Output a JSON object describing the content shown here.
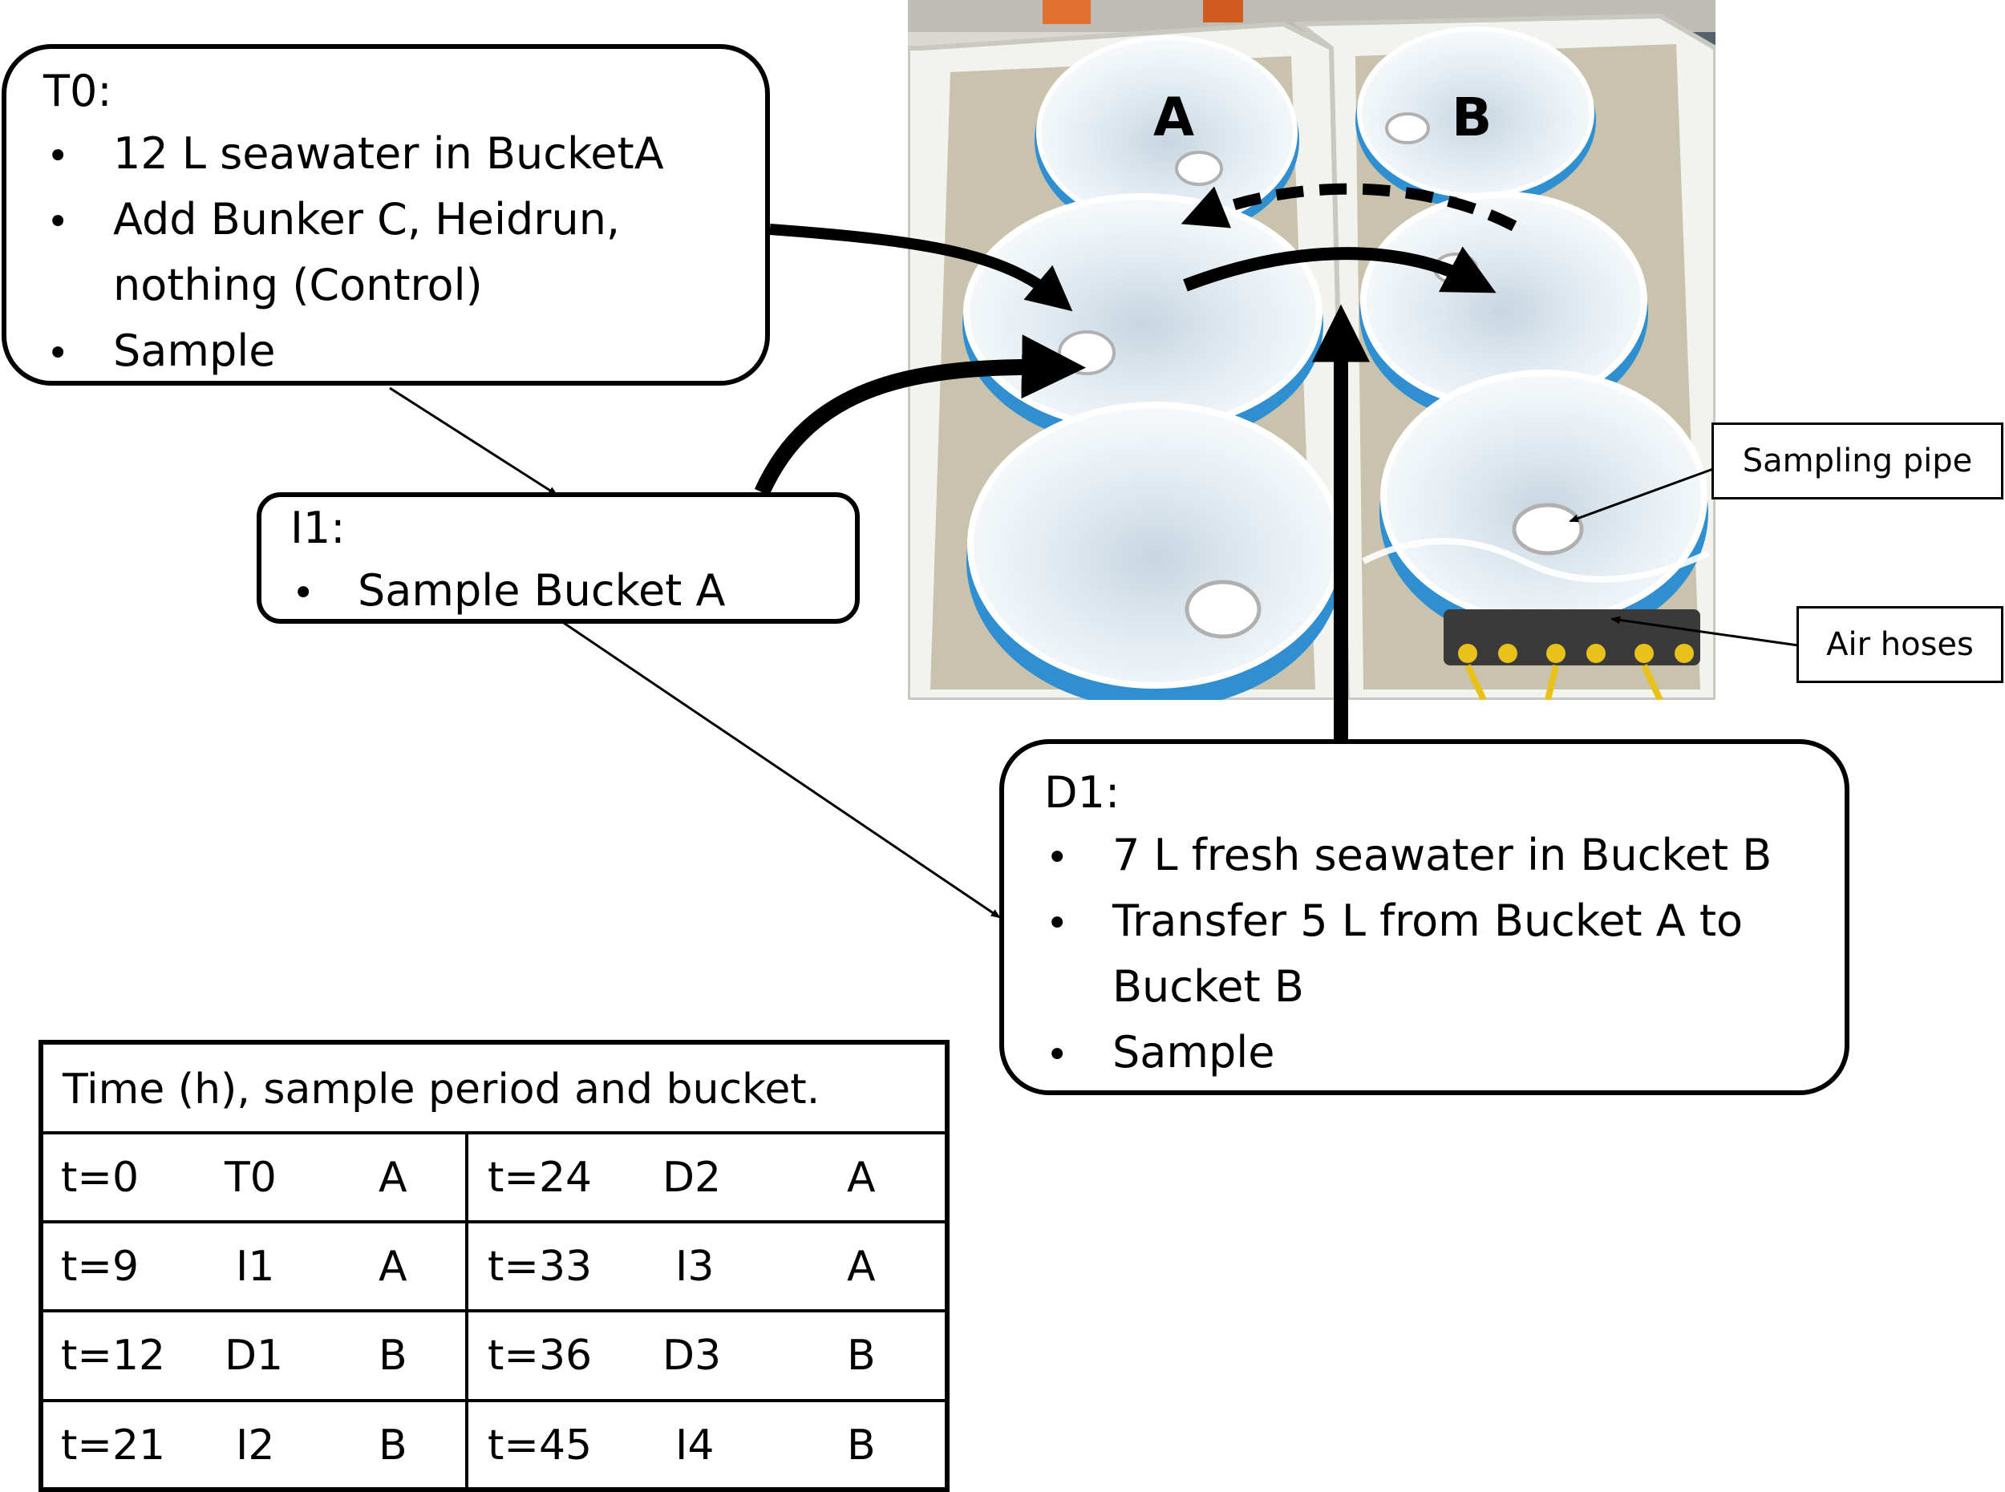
{
  "t0_box": {
    "title": "T0:",
    "items": [
      "12 L seawater in BucketA",
      "Add Bunker C, Heidrun,",
      "nothing (Control)",
      "Sample"
    ]
  },
  "i1_box": {
    "title": "I1:",
    "items": [
      "Sample Bucket A"
    ]
  },
  "d1_box": {
    "title": "D1:",
    "items": [
      "7 L fresh seawater in Bucket B",
      "Transfer 5 L from Bucket A to",
      "Bucket B",
      "Sample"
    ]
  },
  "photo": {
    "bucket_a_label": "A",
    "bucket_b_label": "B"
  },
  "callouts": {
    "sampling_pipe": "Sampling pipe",
    "air_hoses": "Air hoses"
  },
  "schedule_table": {
    "caption": "Time (h), sample period and bucket.",
    "rows": [
      [
        "t=0",
        "T0",
        "A",
        "t=24",
        "D2",
        "A"
      ],
      [
        "t=9",
        "I1",
        "A",
        "t=33",
        "I3",
        "A"
      ],
      [
        "t=12",
        "D1",
        "B",
        "t=36",
        "D3",
        "B"
      ],
      [
        "t=21",
        "I2",
        "B",
        "t=45",
        "I4",
        "B"
      ]
    ]
  },
  "colors": {
    "bucket_rim_blue": "#2f8fd0",
    "tub_white": "#f2f2ee",
    "water_tan": "#c9c3ae",
    "hose_yellow": "#e8c21a"
  }
}
